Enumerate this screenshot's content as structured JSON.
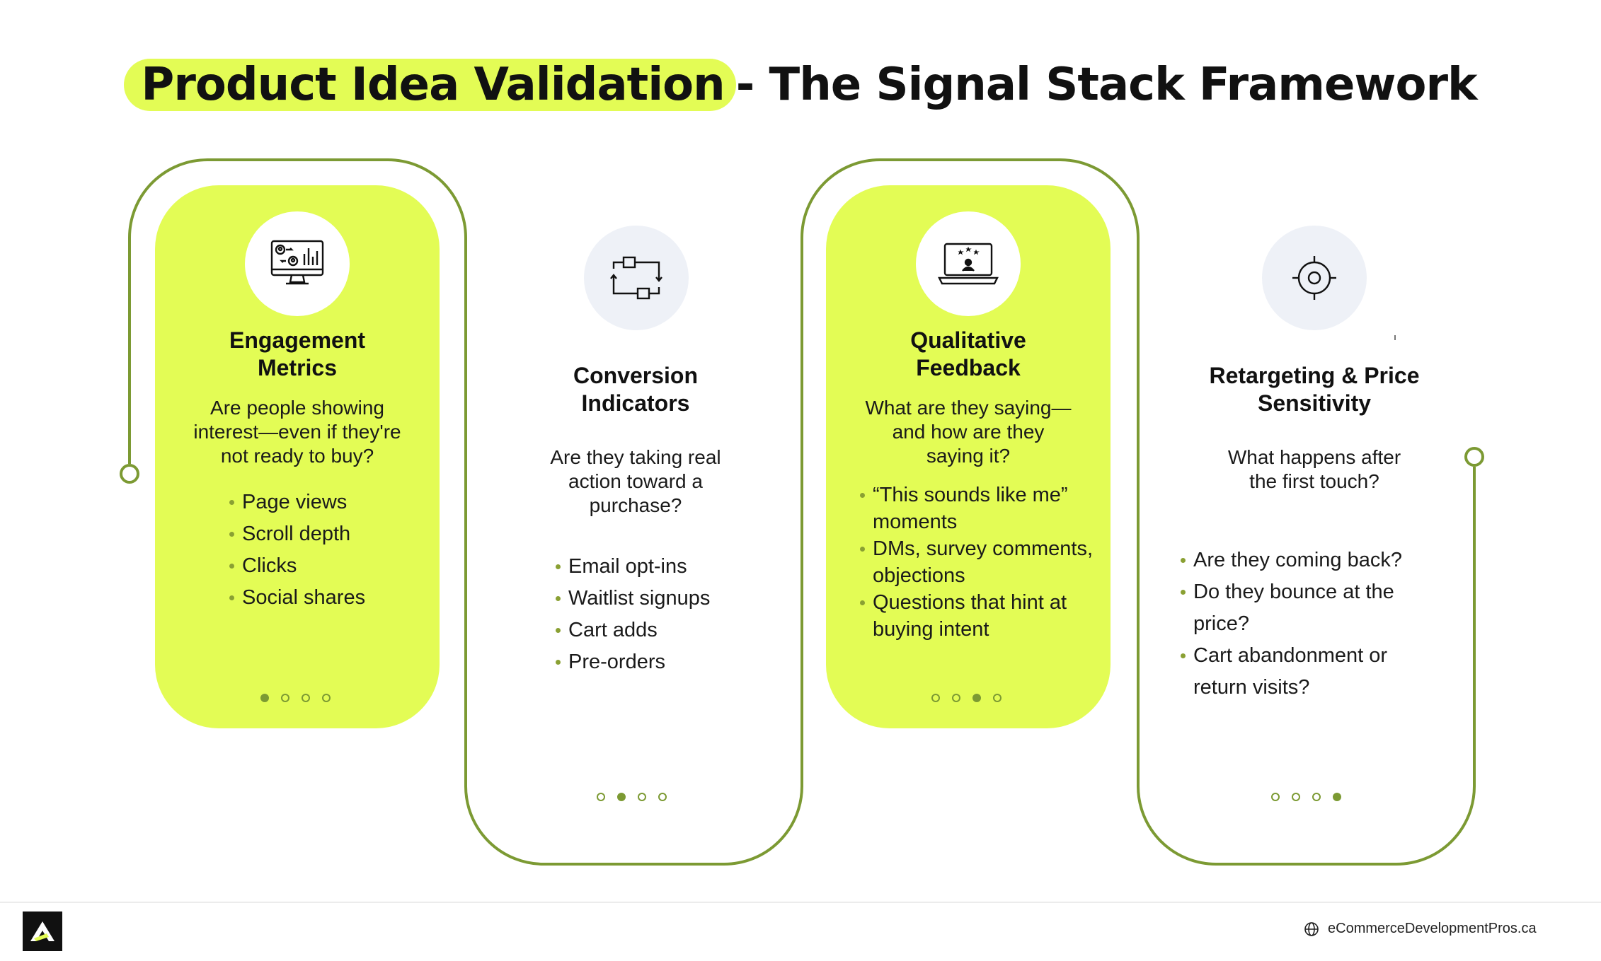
{
  "title": {
    "highlight": "Product Idea Validation",
    "rest": "- The Signal Stack Framework"
  },
  "colors": {
    "accent": "#e3fc55",
    "line": "#7c9a33",
    "icon_bg": "#eef1f7"
  },
  "cards": [
    {
      "icon": "monitor-analytics-icon",
      "heading": [
        "Engagement",
        "Metrics"
      ],
      "question": [
        "Are people showing",
        "interest—even if they're",
        "not ready to buy?"
      ],
      "bullets": [
        "Page views",
        "Scroll depth",
        "Clicks",
        "Social shares"
      ],
      "active_step": 1
    },
    {
      "icon": "process-cycle-icon",
      "heading": [
        "Conversion",
        "Indicators"
      ],
      "question": [
        "Are they taking real",
        "action toward a",
        "purchase?"
      ],
      "bullets": [
        "Email opt-ins",
        "Waitlist signups",
        "Cart adds",
        "Pre-orders"
      ],
      "active_step": 2
    },
    {
      "icon": "laptop-reviews-icon",
      "heading": [
        "Qualitative",
        "Feedback"
      ],
      "question": [
        "What are they saying—",
        "and how are they",
        "saying it?"
      ],
      "bullets": [
        "“This sounds like me” moments",
        "DMs, survey comments, objections",
        "Questions that hint at buying intent"
      ],
      "active_step": 3
    },
    {
      "icon": "target-crosshair-icon",
      "heading": [
        "Retargeting & Price",
        "Sensitivity"
      ],
      "question": [
        "What happens after",
        "the first touch?"
      ],
      "bullets": [
        "Are they coming back?",
        "Do they bounce at the price?",
        "Cart abandonment or return visits?"
      ],
      "active_step": 4
    }
  ],
  "footer": {
    "logo_icon": "brand-logo-icon",
    "website": "eCommerceDevelopmentPros.ca",
    "website_icon": "globe-icon"
  }
}
